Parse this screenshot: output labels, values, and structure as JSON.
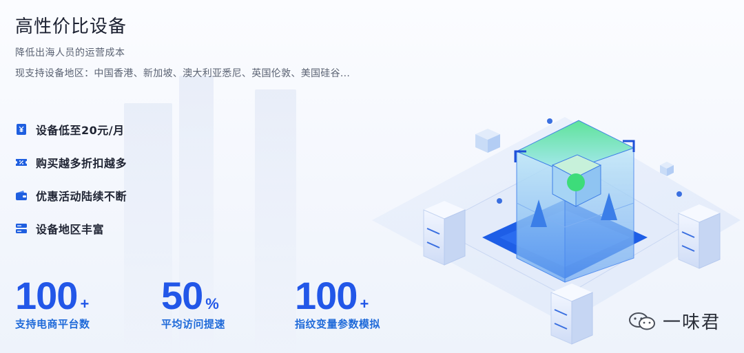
{
  "header": {
    "title": "高性价比设备",
    "subtitle": "降低出海人员的运营成本",
    "regions": "现支持设备地区：中国香港、新加坡、澳大利亚悉尼、英国伦敦、美国硅谷..."
  },
  "features": [
    {
      "label": "设备低至20元/月",
      "icon": "yuan-tag-icon"
    },
    {
      "label": "购买越多折扣越多",
      "icon": "discount-ticket-icon"
    },
    {
      "label": "优惠活动陆续不断",
      "icon": "wallet-icon"
    },
    {
      "label": "设备地区丰富",
      "icon": "server-list-icon"
    }
  ],
  "stats": [
    {
      "value": "100",
      "suffix": "+",
      "label": "支持电商平台数"
    },
    {
      "value": "50",
      "suffix": "%",
      "label": "平均访问提速"
    },
    {
      "value": "100",
      "suffix": "+",
      "label": "指纹变量参数模拟"
    }
  ],
  "watermark": {
    "text": "一味君",
    "icon": "wechat-icon"
  },
  "colors": {
    "accent": "#2257e8",
    "label_blue": "#1f6ad9",
    "cube_green": "#3ddc7a"
  }
}
